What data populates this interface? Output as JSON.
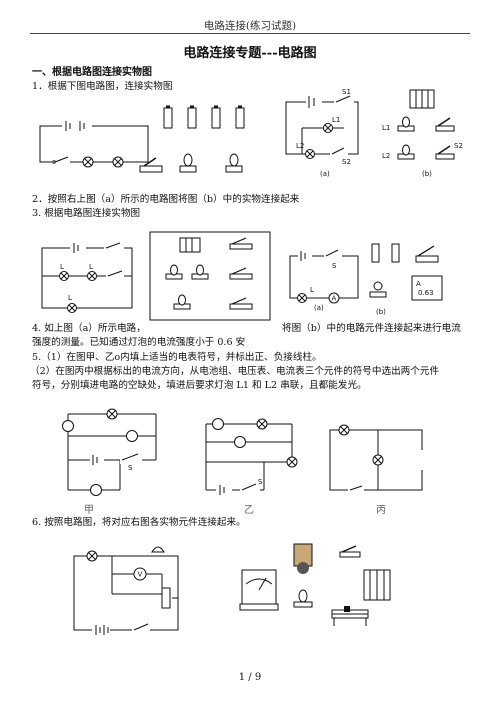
{
  "header": {
    "running_title": "电路连接(练习试题)"
  },
  "title": "电路连接专题---电路图",
  "section1": {
    "heading": "一、根据电路图连接实物图"
  },
  "q1": {
    "text": "1．根据下图电路图，连接实物图"
  },
  "fig_a": {
    "s1": "S1",
    "l1": "L1",
    "l2": "L2",
    "s2": "S2",
    "cap_a": "(a)",
    "cap_b": "(b)"
  },
  "q2": {
    "text": "2．按照右上图（a）所示的电路图将图（b）中的实物连接起来"
  },
  "q3": {
    "text": "3.   根据电路图连接实物图"
  },
  "fig3": {
    "l_left": "L",
    "l_mid": "L",
    "l_bottom": "L"
  },
  "fig4": {
    "s": "S",
    "l": "L",
    "cap_a": "(a)",
    "cap_b": "(b)",
    "meter": "0.63"
  },
  "q4": {
    "line1": "4. 如上图（a）所示电路，",
    "line1_right": "将图（b）中的电路元件连接起来进行电流",
    "line2": "强度的测量。已知通过灯泡的电流强度小于 0.6 安"
  },
  "q5": {
    "line1": "5.（1）在图甲、乙o内填上适当的电表符号，并标出正、负接线柱。",
    "line2": "（2）在图丙中根据标出的电流方向，从电池组、电压表、电流表三个元件的符号中选出两个元件",
    "line3": "符号，分别填进电路的空缺处，填进后要求灯泡 L1 和 L2 串联，且都能发光。"
  },
  "fig5": {
    "s_jia": "S",
    "s_yi": "S",
    "cap_jia": "甲",
    "cap_yi": "乙",
    "cap_bing": "丙"
  },
  "q6": {
    "text": "6.   按照电路图，将对应右图各实物元件连接起来。"
  },
  "fig6": {
    "v": "V"
  },
  "footer": {
    "page": "1  /  9"
  }
}
